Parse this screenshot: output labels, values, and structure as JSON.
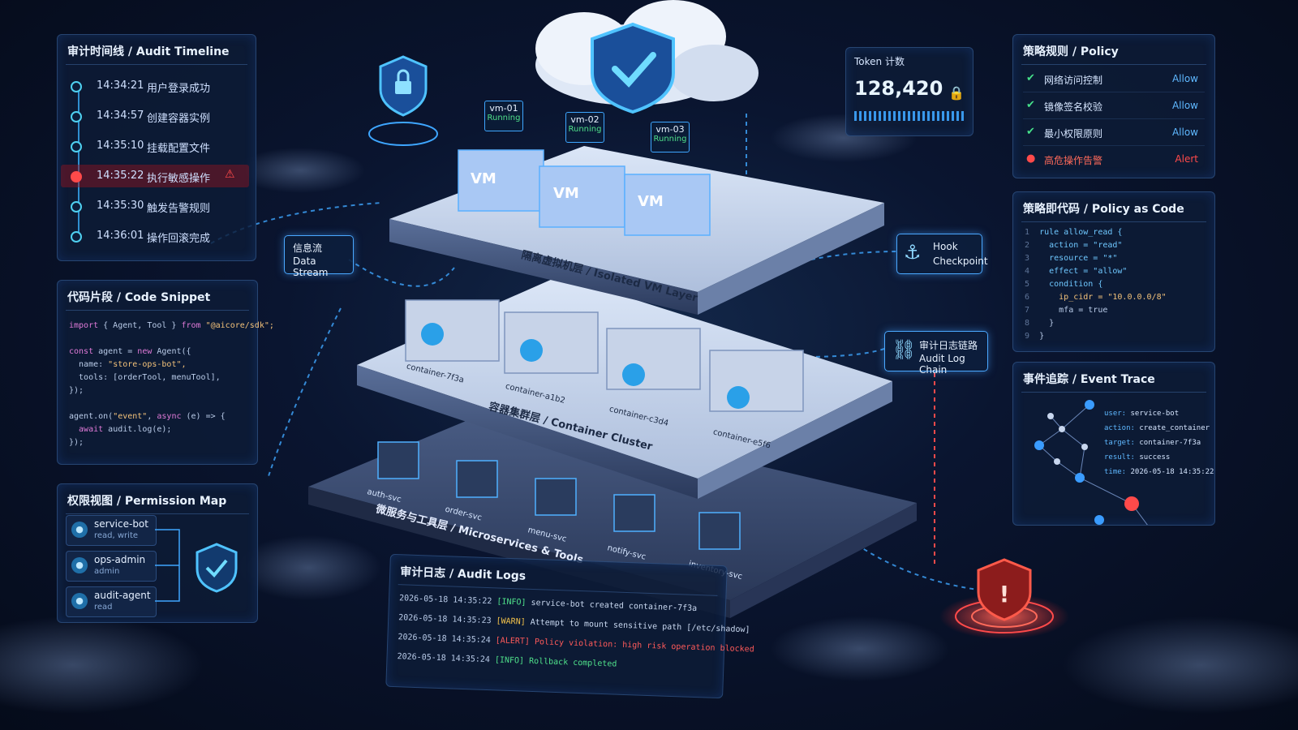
{
  "audit_timeline": {
    "title": "审计时间线 / Audit Timeline",
    "events": [
      {
        "time": "14:34:21",
        "text": "用户登录成功",
        "alert": false
      },
      {
        "time": "14:34:57",
        "text": "创建容器实例",
        "alert": false
      },
      {
        "time": "14:35:10",
        "text": "挂载配置文件",
        "alert": false
      },
      {
        "time": "14:35:22",
        "text": "执行敏感操作",
        "alert": true
      },
      {
        "time": "14:35:30",
        "text": "触发告警规则",
        "alert": false
      },
      {
        "time": "14:36:01",
        "text": "操作回滚完成",
        "alert": false
      }
    ]
  },
  "code_snippet": {
    "title": "代码片段 / Code Snippet",
    "l1_kw": "import",
    "l1_a": " { Agent, Tool } ",
    "l1_kw2": "from",
    "l1_str": " \"@aicore/sdk\";",
    "l2_kw": "const",
    "l2_a": " agent = ",
    "l2_kw2": "new",
    "l2_b": " Agent({",
    "l3_a": "  name: ",
    "l3_str": "\"store-ops-bot\",",
    "l4_a": "  tools: [orderTool, menuTool],",
    "l5_a": "});",
    "l6_a": "agent.on(",
    "l6_str": "\"event\"",
    "l6_b": ", ",
    "l6_kw": "async",
    "l6_c": " (e) => {",
    "l7_kw": "  await",
    "l7_a": " audit.log(e);",
    "l8_a": "});"
  },
  "permission_map": {
    "title": "权限视图 / Permission Map",
    "users": [
      {
        "name": "service-bot",
        "role": "read, write"
      },
      {
        "name": "ops-admin",
        "role": "admin"
      },
      {
        "name": "audit-agent",
        "role": "read"
      }
    ],
    "shield_icon": "shield-check-icon"
  },
  "token_counter": {
    "label": "Token 计数",
    "value": "128,420",
    "icon": "lock-icon"
  },
  "policy": {
    "title": "策略规则 / Policy",
    "rules": [
      {
        "name": "网络访问控制",
        "action": "Allow",
        "alert": false
      },
      {
        "name": "镜像签名校验",
        "action": "Allow",
        "alert": false
      },
      {
        "name": "最小权限原则",
        "action": "Allow",
        "alert": false
      },
      {
        "name": "高危操作告警",
        "action": "Alert",
        "alert": true
      }
    ]
  },
  "policy_code": {
    "title": "策略即代码 / Policy as Code",
    "lines": [
      {
        "no": "1",
        "text": "rule allow_read {"
      },
      {
        "no": "2",
        "text": "  action = \"read\""
      },
      {
        "no": "3",
        "text": "  resource = \"*\""
      },
      {
        "no": "4",
        "text": "  effect = \"allow\""
      },
      {
        "no": "5",
        "text": "  condition {"
      },
      {
        "no": "6",
        "text": "    ip_cidr = \"10.0.0.0/8\""
      },
      {
        "no": "7",
        "text": "    mfa = true"
      },
      {
        "no": "8",
        "text": "  }"
      },
      {
        "no": "9",
        "text": "}"
      }
    ]
  },
  "event_trace": {
    "title": "事件追踪 / Event Trace",
    "fields": [
      {
        "k": "user:",
        "v": "service-bot"
      },
      {
        "k": "action:",
        "v": "create_container"
      },
      {
        "k": "target:",
        "v": "container-7f3a"
      },
      {
        "k": "result:",
        "v": "success"
      },
      {
        "k": "time:",
        "v": "2026-05-18 14:35:22"
      }
    ]
  },
  "audit_logs": {
    "title": "审计日志 / Audit Logs",
    "rows": [
      {
        "ts": "2026-05-18 14:35:22",
        "level": "[INFO]",
        "msg": "service-bot created container-7f3a",
        "color": "#c9d8f0",
        "level_color": "#4fe08a"
      },
      {
        "ts": "2026-05-18 14:35:23",
        "level": "[WARN]",
        "msg": "Attempt to mount sensitive path  [/etc/shadow]",
        "color": "#c9d8f0",
        "level_color": "#f3c24a"
      },
      {
        "ts": "2026-05-18 14:35:24",
        "level": "[ALERT]",
        "msg": "Policy violation: high risk operation blocked",
        "color": "#ff5a5a",
        "level_color": "#ff5a5a"
      },
      {
        "ts": "2026-05-18 14:35:24",
        "level": "[INFO]",
        "msg": "Rollback completed",
        "color": "#4fe08a",
        "level_color": "#4fe08a"
      }
    ]
  },
  "callouts": {
    "data_stream": {
      "zh": "信息流",
      "en": "Data Stream"
    },
    "hook": {
      "line1": "Hook",
      "line2": "Checkpoint",
      "icon": "hook-icon"
    },
    "audit_chain": {
      "line1": "审计日志链路",
      "line2": "Audit Log Chain",
      "icon": "link-icon"
    }
  },
  "vms": [
    {
      "name": "vm-01",
      "status": "Running",
      "label": "VM"
    },
    {
      "name": "vm-02",
      "status": "Running",
      "label": "VM"
    },
    {
      "name": "vm-03",
      "status": "Running",
      "label": "VM"
    }
  ],
  "layers": {
    "vm": "隔离虚拟机层 / Isolated VM Layer",
    "container": "容器集群层 / Container Cluster",
    "micro": "微服务与工具层 / Microservices & Tools"
  },
  "containers": [
    "container-7f3a",
    "container-a1b2",
    "container-c3d4",
    "container-e5f6"
  ],
  "services": [
    "auth-svc",
    "order-svc",
    "menu-svc",
    "notify-svc",
    "inventory-svc"
  ],
  "colors": {
    "accent": "#3ea6ff",
    "alert": "#ff4a4a",
    "ok": "#46e08a"
  }
}
